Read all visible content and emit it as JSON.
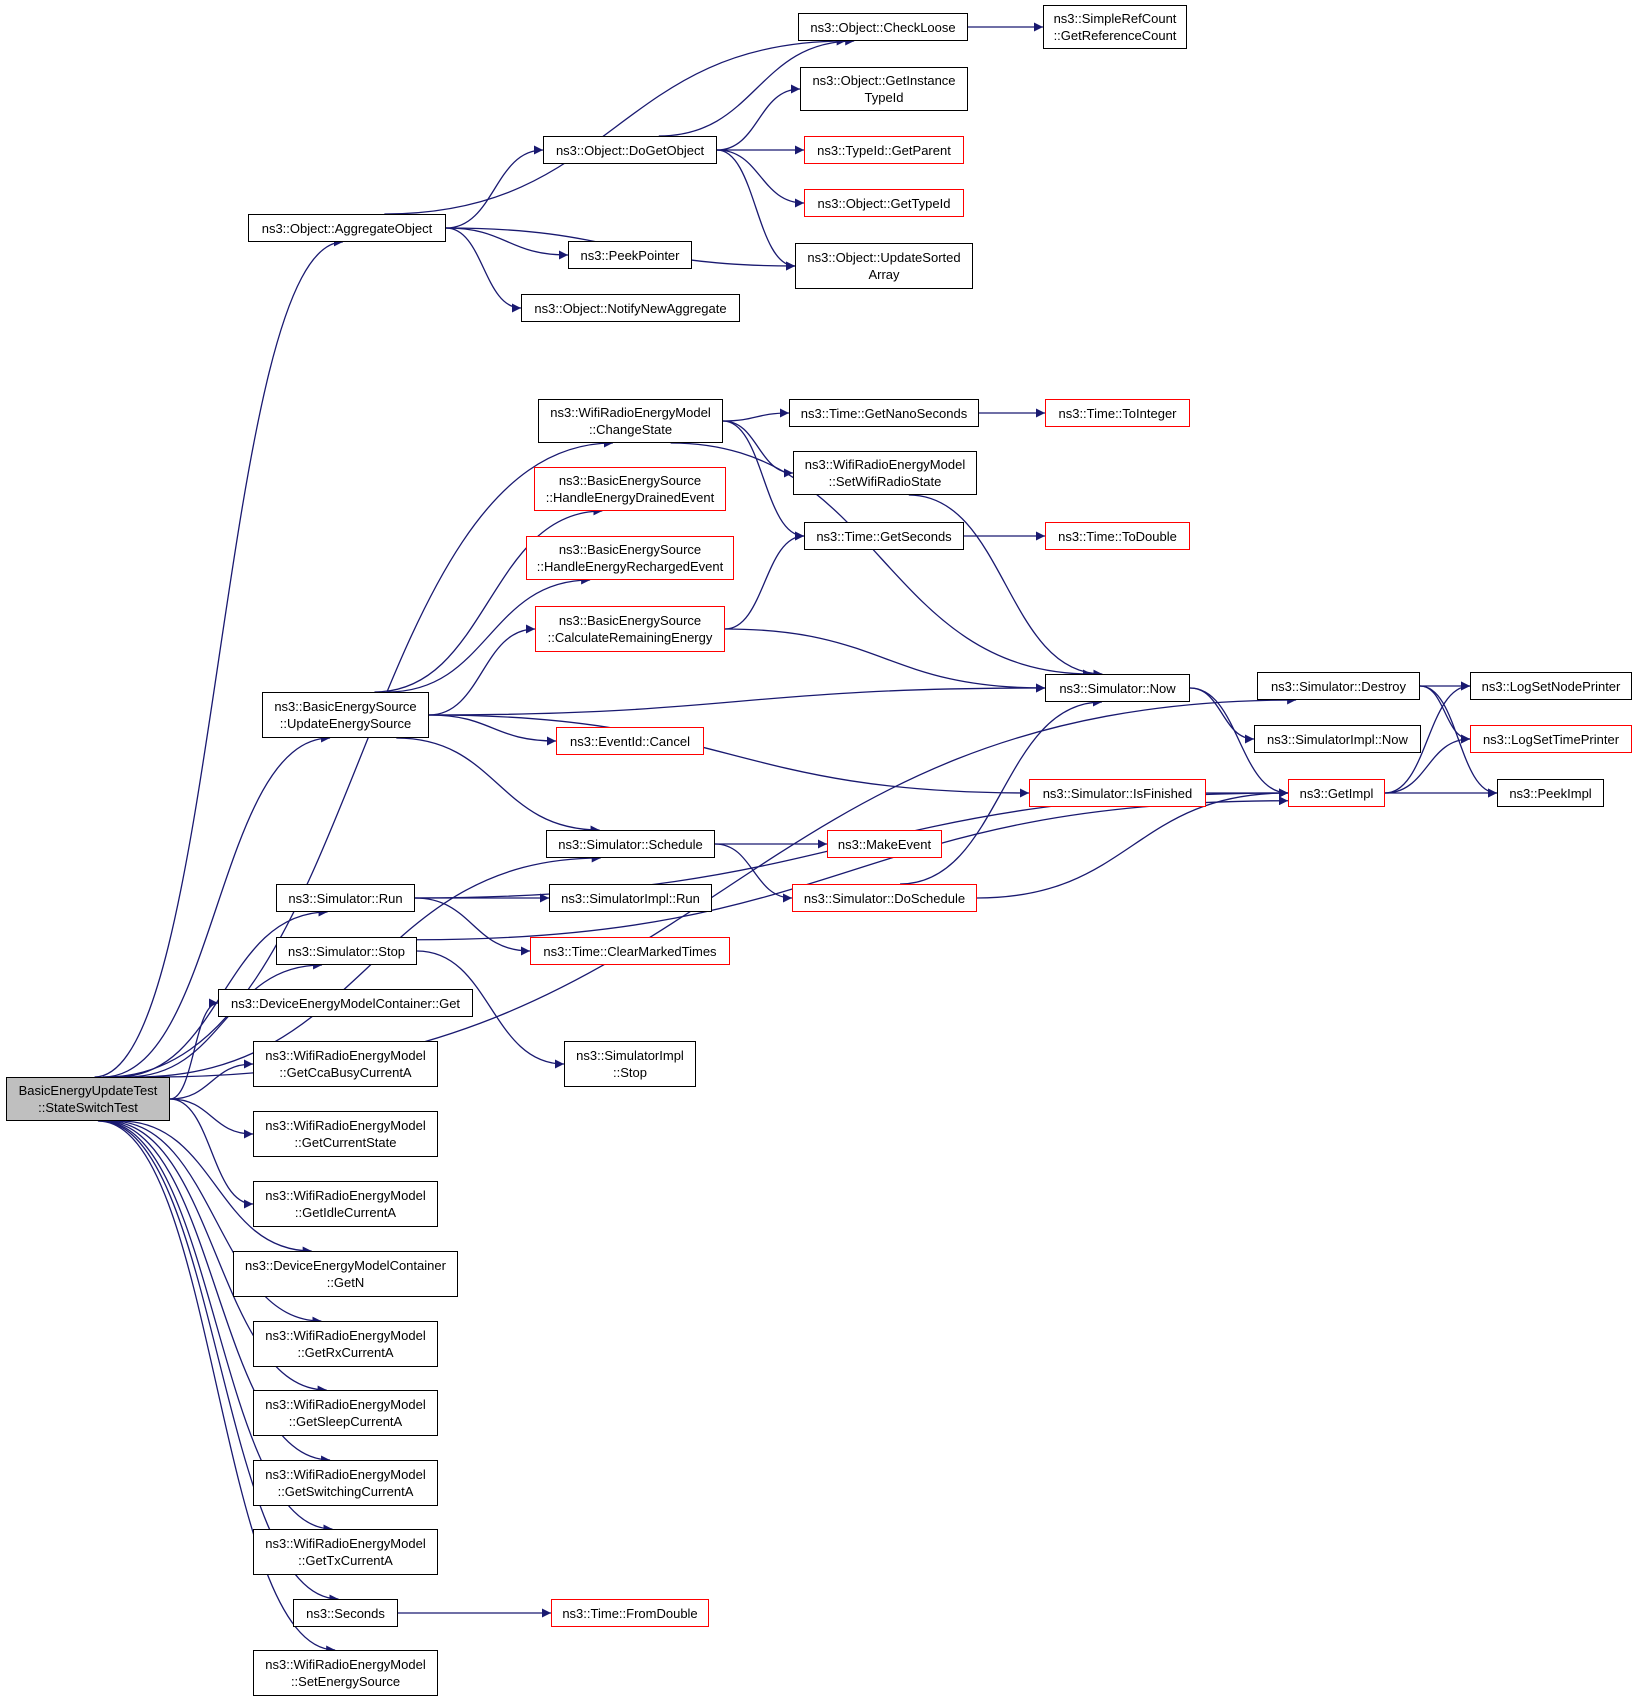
{
  "colors": {
    "edge": "#191970",
    "border_default": "#000000",
    "border_incomplete": "#ff0000",
    "root_fill": "#bfbfbf"
  },
  "nodes": {
    "root": {
      "lines": [
        "BasicEnergyUpdateTest",
        "::StateSwitchTest"
      ]
    },
    "aggregate_object": {
      "lines": [
        "ns3::Object::AggregateObject"
      ]
    },
    "check_loose": {
      "lines": [
        "ns3::Object::CheckLoose"
      ]
    },
    "get_reference_count": {
      "lines": [
        "ns3::SimpleRefCount",
        "::GetReferenceCount"
      ]
    },
    "get_instance_type_id": {
      "lines": [
        "ns3::Object::GetInstance",
        "TypeId"
      ]
    },
    "do_get_object": {
      "lines": [
        "ns3::Object::DoGetObject"
      ]
    },
    "get_parent": {
      "lines": [
        "ns3::TypeId::GetParent"
      ]
    },
    "get_type_id": {
      "lines": [
        "ns3::Object::GetTypeId"
      ]
    },
    "update_sorted_array": {
      "lines": [
        "ns3::Object::UpdateSorted",
        "Array"
      ]
    },
    "peek_pointer": {
      "lines": [
        "ns3::PeekPointer"
      ]
    },
    "notify_new_aggregate": {
      "lines": [
        "ns3::Object::NotifyNewAggregate"
      ]
    },
    "change_state": {
      "lines": [
        "ns3::WifiRadioEnergyModel",
        "::ChangeState"
      ]
    },
    "get_nano_seconds": {
      "lines": [
        "ns3::Time::GetNanoSeconds"
      ]
    },
    "to_integer": {
      "lines": [
        "ns3::Time::ToInteger"
      ]
    },
    "set_wifi_radio_state": {
      "lines": [
        "ns3::WifiRadioEnergyModel",
        "::SetWifiRadioState"
      ]
    },
    "handle_drained": {
      "lines": [
        "ns3::BasicEnergySource",
        "::HandleEnergyDrainedEvent"
      ]
    },
    "get_seconds": {
      "lines": [
        "ns3::Time::GetSeconds"
      ]
    },
    "to_double": {
      "lines": [
        "ns3::Time::ToDouble"
      ]
    },
    "handle_recharged": {
      "lines": [
        "ns3::BasicEnergySource",
        "::HandleEnergyRechargedEvent"
      ]
    },
    "calc_remaining": {
      "lines": [
        "ns3::BasicEnergySource",
        "::CalculateRemainingEnergy"
      ]
    },
    "update_energy_source": {
      "lines": [
        "ns3::BasicEnergySource",
        "::UpdateEnergySource"
      ]
    },
    "simulator_now": {
      "lines": [
        "ns3::Simulator::Now"
      ]
    },
    "simulator_destroy": {
      "lines": [
        "ns3::Simulator::Destroy"
      ]
    },
    "log_set_node_printer": {
      "lines": [
        "ns3::LogSetNodePrinter"
      ]
    },
    "log_set_time_printer": {
      "lines": [
        "ns3::LogSetTimePrinter"
      ]
    },
    "event_cancel": {
      "lines": [
        "ns3::EventId::Cancel"
      ]
    },
    "simimpl_now": {
      "lines": [
        "ns3::SimulatorImpl::Now"
      ]
    },
    "is_finished": {
      "lines": [
        "ns3::Simulator::IsFinished"
      ]
    },
    "get_impl": {
      "lines": [
        "ns3::GetImpl"
      ]
    },
    "peek_impl": {
      "lines": [
        "ns3::PeekImpl"
      ]
    },
    "schedule": {
      "lines": [
        "ns3::Simulator::Schedule"
      ]
    },
    "make_event": {
      "lines": [
        "ns3::MakeEvent"
      ]
    },
    "simulator_run": {
      "lines": [
        "ns3::Simulator::Run"
      ]
    },
    "simimpl_run": {
      "lines": [
        "ns3::SimulatorImpl::Run"
      ]
    },
    "do_schedule": {
      "lines": [
        "ns3::Simulator::DoSchedule"
      ]
    },
    "simulator_stop": {
      "lines": [
        "ns3::Simulator::Stop"
      ]
    },
    "clear_marked_times": {
      "lines": [
        "ns3::Time::ClearMarkedTimes"
      ]
    },
    "container_get": {
      "lines": [
        "ns3::DeviceEnergyModelContainer::Get"
      ]
    },
    "simimpl_stop": {
      "lines": [
        "ns3::SimulatorImpl",
        "::Stop"
      ]
    },
    "get_cca_busy": {
      "lines": [
        "ns3::WifiRadioEnergyModel",
        "::GetCcaBusyCurrentA"
      ]
    },
    "get_current_state": {
      "lines": [
        "ns3::WifiRadioEnergyModel",
        "::GetCurrentState"
      ]
    },
    "get_idle": {
      "lines": [
        "ns3::WifiRadioEnergyModel",
        "::GetIdleCurrentA"
      ]
    },
    "container_get_n": {
      "lines": [
        "ns3::DeviceEnergyModelContainer",
        "::GetN"
      ]
    },
    "get_rx": {
      "lines": [
        "ns3::WifiRadioEnergyModel",
        "::GetRxCurrentA"
      ]
    },
    "get_sleep": {
      "lines": [
        "ns3::WifiRadioEnergyModel",
        "::GetSleepCurrentA"
      ]
    },
    "get_switching": {
      "lines": [
        "ns3::WifiRadioEnergyModel",
        "::GetSwitchingCurrentA"
      ]
    },
    "get_tx": {
      "lines": [
        "ns3::WifiRadioEnergyModel",
        "::GetTxCurrentA"
      ]
    },
    "seconds": {
      "lines": [
        "ns3::Seconds"
      ]
    },
    "from_double": {
      "lines": [
        "ns3::Time::FromDouble"
      ]
    },
    "set_energy_source": {
      "lines": [
        "ns3::WifiRadioEnergyModel",
        "::SetEnergySource"
      ]
    }
  },
  "edges": [
    [
      "root",
      "aggregate_object"
    ],
    [
      "root",
      "change_state"
    ],
    [
      "root",
      "simulator_destroy"
    ],
    [
      "root",
      "update_energy_source"
    ],
    [
      "root",
      "schedule"
    ],
    [
      "root",
      "simulator_run"
    ],
    [
      "root",
      "simulator_stop"
    ],
    [
      "root",
      "container_get"
    ],
    [
      "root",
      "get_cca_busy"
    ],
    [
      "root",
      "get_current_state"
    ],
    [
      "root",
      "get_idle"
    ],
    [
      "root",
      "container_get_n"
    ],
    [
      "root",
      "get_rx"
    ],
    [
      "root",
      "get_sleep"
    ],
    [
      "root",
      "get_switching"
    ],
    [
      "root",
      "get_tx"
    ],
    [
      "root",
      "seconds"
    ],
    [
      "root",
      "set_energy_source"
    ],
    [
      "aggregate_object",
      "check_loose"
    ],
    [
      "aggregate_object",
      "do_get_object"
    ],
    [
      "aggregate_object",
      "update_sorted_array"
    ],
    [
      "aggregate_object",
      "peek_pointer"
    ],
    [
      "aggregate_object",
      "notify_new_aggregate"
    ],
    [
      "check_loose",
      "get_reference_count"
    ],
    [
      "do_get_object",
      "check_loose"
    ],
    [
      "do_get_object",
      "get_instance_type_id"
    ],
    [
      "do_get_object",
      "get_parent"
    ],
    [
      "do_get_object",
      "get_type_id"
    ],
    [
      "do_get_object",
      "update_sorted_array"
    ],
    [
      "change_state",
      "get_nano_seconds"
    ],
    [
      "change_state",
      "set_wifi_radio_state"
    ],
    [
      "change_state",
      "get_seconds"
    ],
    [
      "change_state",
      "simulator_now"
    ],
    [
      "get_nano_seconds",
      "to_integer"
    ],
    [
      "get_seconds",
      "to_double"
    ],
    [
      "set_wifi_radio_state",
      "simulator_now"
    ],
    [
      "update_energy_source",
      "handle_drained"
    ],
    [
      "update_energy_source",
      "handle_recharged"
    ],
    [
      "update_energy_source",
      "calc_remaining"
    ],
    [
      "update_energy_source",
      "simulator_now"
    ],
    [
      "update_energy_source",
      "event_cancel"
    ],
    [
      "update_energy_source",
      "is_finished"
    ],
    [
      "update_energy_source",
      "schedule"
    ],
    [
      "calc_remaining",
      "get_seconds"
    ],
    [
      "calc_remaining",
      "simulator_now"
    ],
    [
      "simulator_now",
      "simimpl_now"
    ],
    [
      "simulator_now",
      "get_impl"
    ],
    [
      "simulator_destroy",
      "log_set_node_printer"
    ],
    [
      "simulator_destroy",
      "log_set_time_printer"
    ],
    [
      "simulator_destroy",
      "peek_impl"
    ],
    [
      "is_finished",
      "get_impl"
    ],
    [
      "get_impl",
      "log_set_node_printer"
    ],
    [
      "get_impl",
      "log_set_time_printer"
    ],
    [
      "get_impl",
      "peek_impl"
    ],
    [
      "schedule",
      "make_event"
    ],
    [
      "schedule",
      "do_schedule"
    ],
    [
      "do_schedule",
      "simulator_now"
    ],
    [
      "do_schedule",
      "get_impl"
    ],
    [
      "simulator_run",
      "simimpl_run"
    ],
    [
      "simulator_run",
      "clear_marked_times"
    ],
    [
      "simulator_run",
      "get_impl"
    ],
    [
      "simulator_stop",
      "simimpl_stop"
    ],
    [
      "simulator_stop",
      "get_impl"
    ],
    [
      "seconds",
      "from_double"
    ]
  ]
}
